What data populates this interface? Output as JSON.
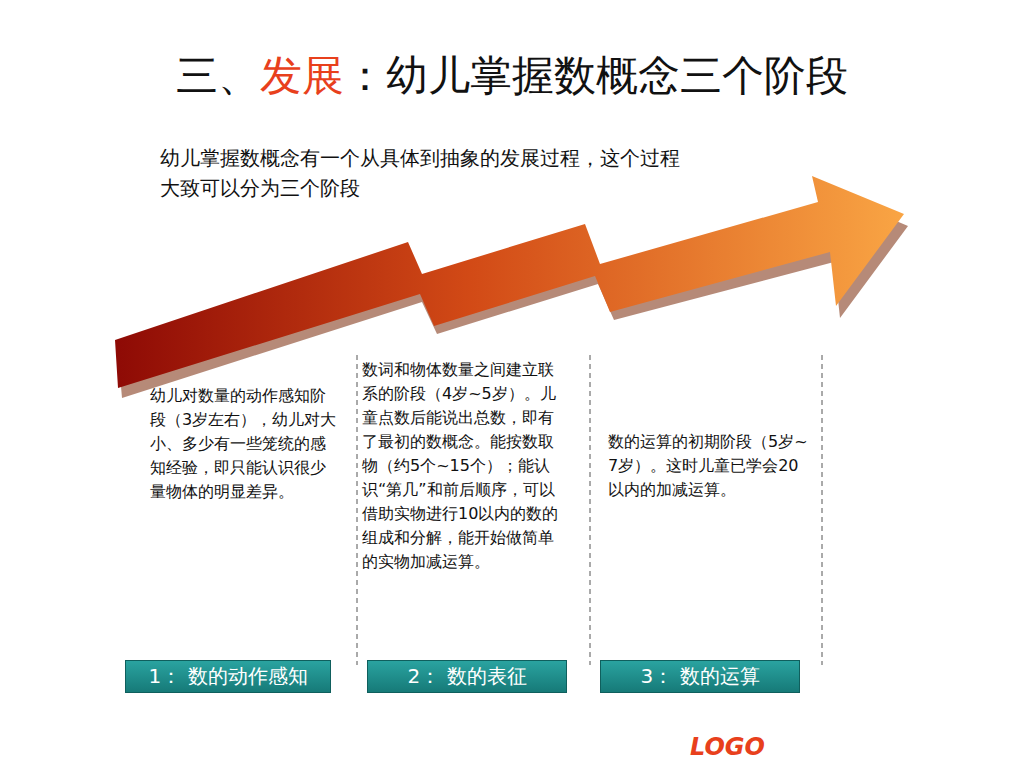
{
  "diagram": {
    "title": "三、发展：幼儿掌握数概念三个阶段",
    "nodes": [
      {
        "text": [
          "1： 数的动作感知"
        ]
      },
      {
        "text": [
          "2： 数的表征"
        ]
      },
      {
        "text": [
          "3： 数的运算"
        ]
      }
    ],
    "labels": [
      "幼儿掌握数概念有一个从具体到抽象的发展过程，这个过程大致可以分为三个阶段",
      "幼儿对数量的动作感知阶段（3岁左右），幼儿对大小、多少有一些笼统的感知经验，即只能认识很少量物体的明显差异。",
      "数词和物体数量之间建立联系的阶段（4岁~5岁）。儿童点数后能说出总数，即有了最初的数概念。能按数取物（约5个~15个）；能认识“第几”和前后顺序，可以借助实物进行10以内的数的组成和分解，能开始做简单的实物加减运算。",
      "数的运算的初期阶段（5岁~7岁）。这时儿童已学会20以内的加减运算。",
      "LOGO"
    ]
  }
}
